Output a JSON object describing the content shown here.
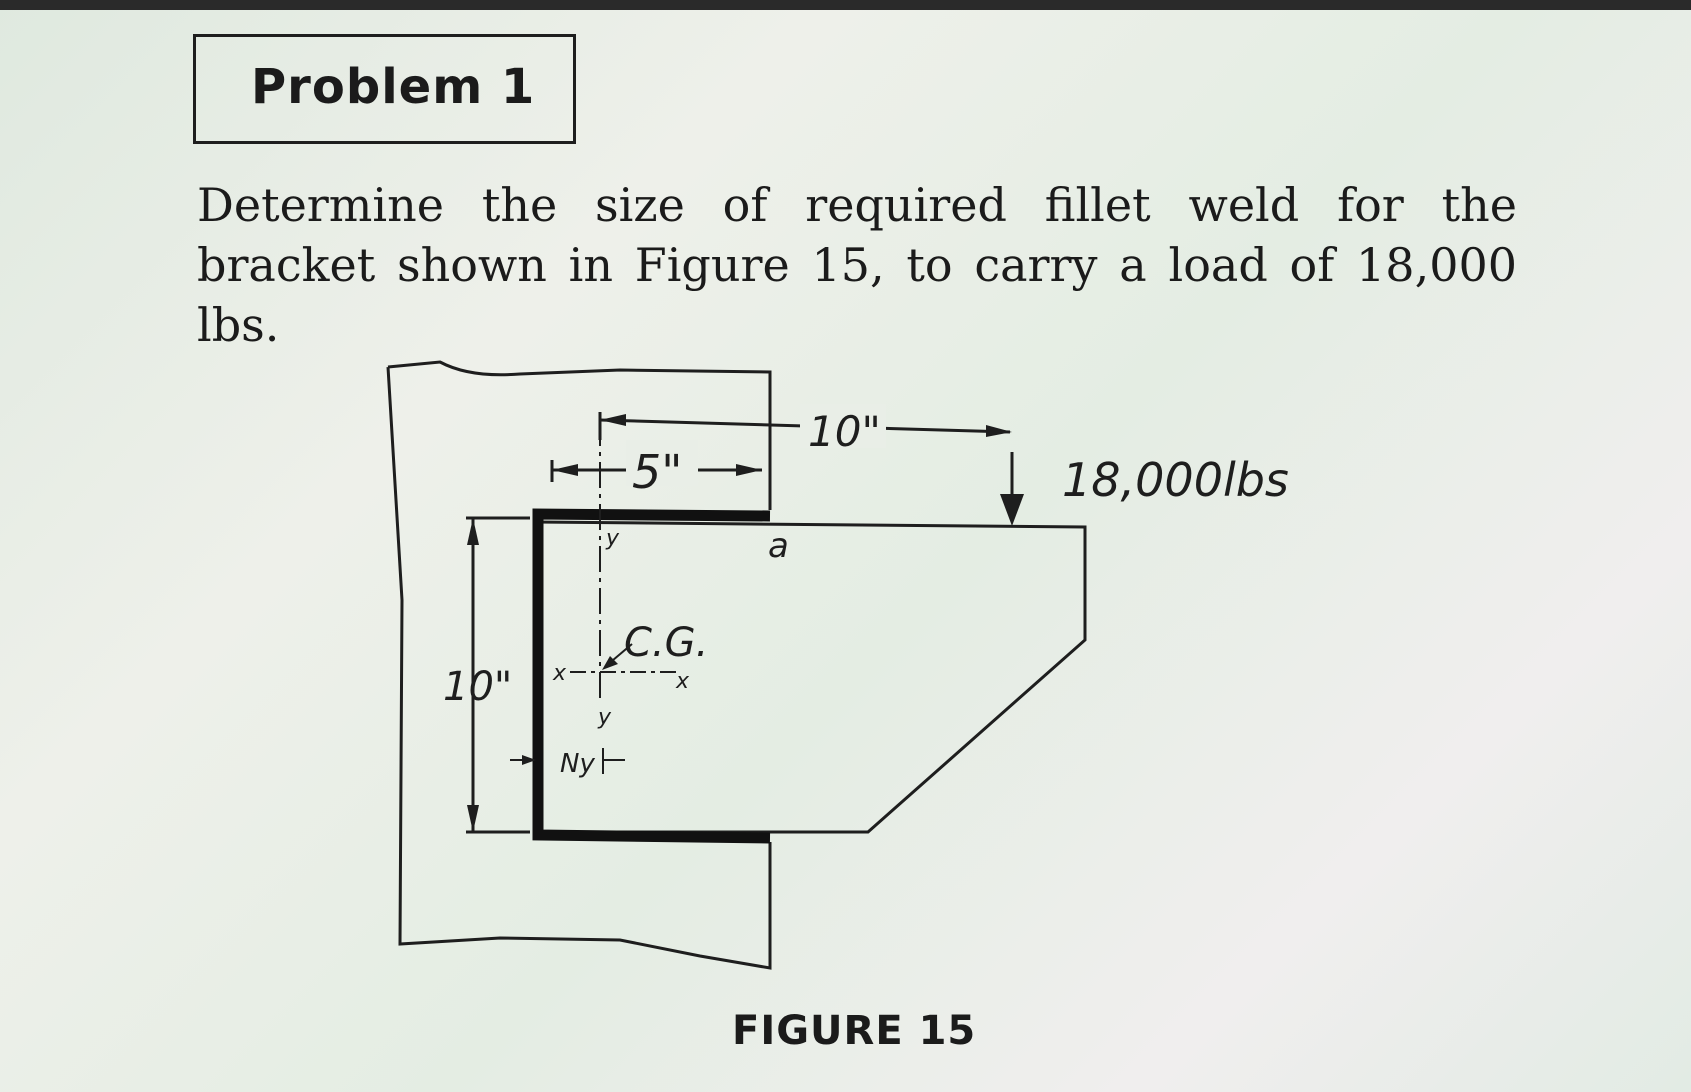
{
  "problem": {
    "title": "Problem 1",
    "statement": "Determine the size of required fillet weld for the bracket shown in Figure 15, to carry a load of 18,000 lbs."
  },
  "figure": {
    "caption": "FIGURE 15",
    "labels": {
      "width_dim": "5\"",
      "load_offset_dim": "10\"",
      "height_dim": "10\"",
      "load": "18,000lbs",
      "point_a": "a",
      "cg": "C.G.",
      "y_top": "y",
      "y_bottom": "y",
      "x_left": "x",
      "x_right": "x",
      "ny": "Ny"
    }
  }
}
